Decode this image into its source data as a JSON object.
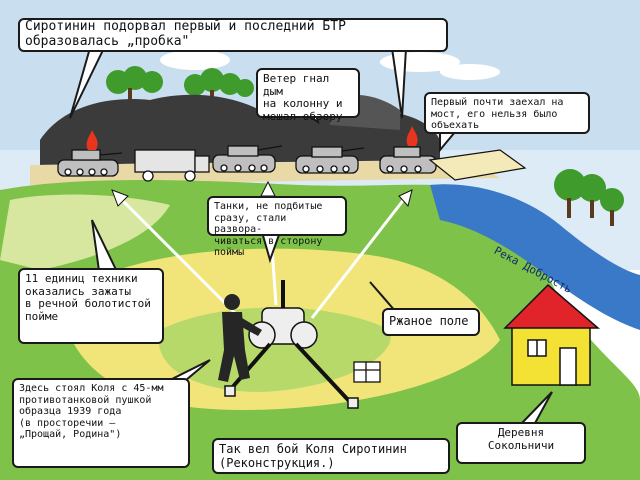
{
  "colors": {
    "sky": "#c9dff0",
    "smoke": "#3b3b3b",
    "grass": "#7ec24a",
    "field_yellow": "#f1e57a",
    "river": "#3a78c8",
    "house_wall": "#f3e233",
    "house_roof": "#e0242a",
    "tree": "#3e9b2c",
    "fire": "#e8351e"
  },
  "callouts": {
    "title": "Сиротинин подорвал первый и последний БТР образовалась „пробка\"",
    "wind": [
      "Ветер гнал дым",
      "на колонну и",
      "мешал обзору"
    ],
    "bridge": [
      "Первый почти заехал на",
      "мост, его нельзя было",
      "объехать"
    ],
    "tanks": [
      "Танки, не подбитые",
      "сразу, стали развора-",
      "чиваться в сторону поймы"
    ],
    "stuck": [
      "11 единиц техники",
      "оказались зажаты",
      "в речной болотистой",
      "пойме"
    ],
    "rye": "Ржаное поле",
    "gun": [
      "Здесь стоял Коля с 45-мм",
      "противотанковой пушкой",
      "образца 1939 года",
      "(в просторечии –",
      "„Прощай, Родина\")"
    ],
    "caption": [
      "Так вел бой Коля Сиротинин",
      "(Реконструкция.)"
    ],
    "river": "Река Добрость",
    "village": [
      "Деревня",
      "Сокольничи"
    ]
  }
}
